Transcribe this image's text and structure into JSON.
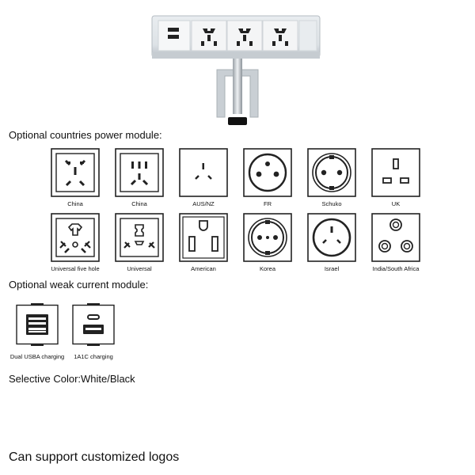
{
  "headings": {
    "countries": "Optional countries power module:",
    "weak": "Optional weak current module:",
    "color": "Selective Color:White/Black",
    "logos": "Can support customized logos"
  },
  "sockets": [
    {
      "label": "China",
      "icon": "china-five-hole-socket-icon"
    },
    {
      "label": "China",
      "icon": "china-three-pin-socket-icon"
    },
    {
      "label": "AUS/NZ",
      "icon": "aus-nz-socket-icon"
    },
    {
      "label": "FR",
      "icon": "fr-socket-icon"
    },
    {
      "label": "Schuko",
      "icon": "schuko-socket-icon"
    },
    {
      "label": "UK",
      "icon": "uk-socket-icon"
    },
    {
      "label": "Universal five hole",
      "icon": "universal-five-hole-socket-icon"
    },
    {
      "label": "Universal",
      "icon": "universal-socket-icon"
    },
    {
      "label": "American",
      "icon": "american-socket-icon"
    },
    {
      "label": "Korea",
      "icon": "korea-socket-icon"
    },
    {
      "label": "Israel",
      "icon": "israel-socket-icon"
    },
    {
      "label": "India/South Africa",
      "icon": "india-south-africa-socket-icon"
    }
  ],
  "weak_modules": [
    {
      "label": "Dual USBA charging",
      "icon": "dual-usb-a-module-icon"
    },
    {
      "label": "1A1C charging",
      "icon": "usb-a-usb-c-module-icon"
    }
  ]
}
